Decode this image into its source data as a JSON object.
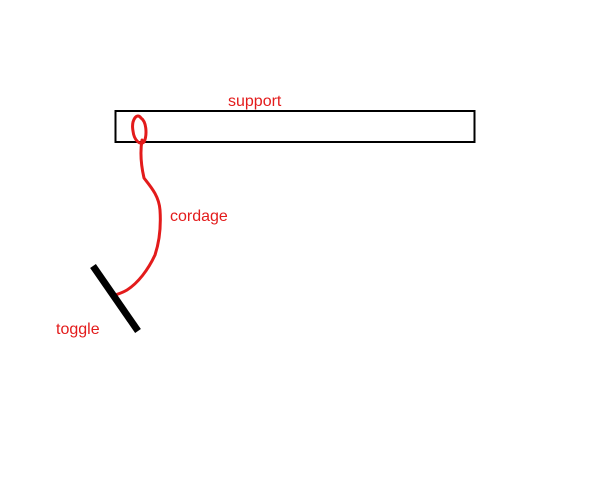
{
  "labels": {
    "support": "support",
    "cordage": "cordage",
    "toggle": "toggle"
  },
  "colors": {
    "annotation": "#e31b1b",
    "outline": "#000000",
    "background": "#ffffff"
  }
}
